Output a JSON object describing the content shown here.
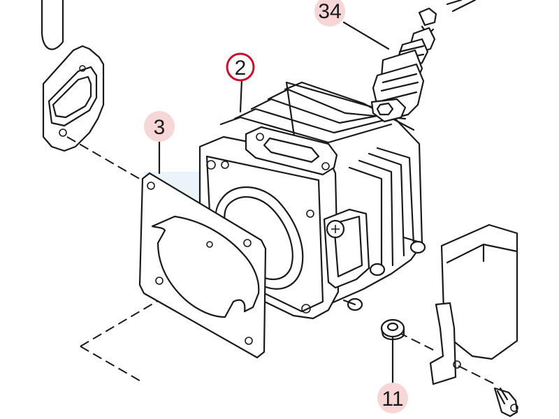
{
  "diagram": {
    "callouts": {
      "spark_plug": "34",
      "cylinder": "2",
      "gasket": "3",
      "washer": "11"
    },
    "colors": {
      "line": "#1a1a1a",
      "bubble_fill": "#f6d6d6",
      "highlight_ring": "#c8102e",
      "watermark": "#d8ebf5"
    }
  }
}
